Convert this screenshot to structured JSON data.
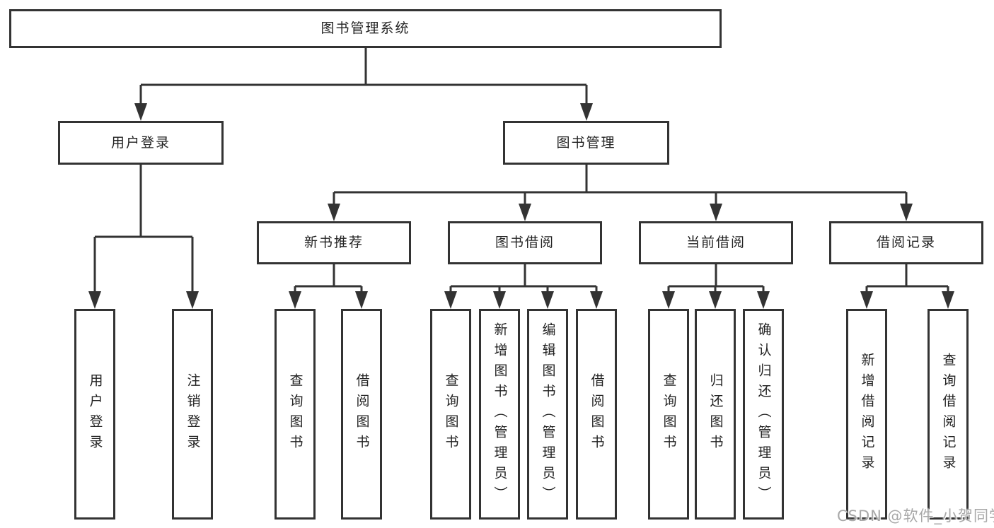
{
  "root": {
    "label": "图书管理系统",
    "children": [
      {
        "label": "用户登录",
        "children": [
          {
            "label": "用户登录"
          },
          {
            "label": "注销登录"
          }
        ]
      },
      {
        "label": "图书管理",
        "children": [
          {
            "label": "新书推荐",
            "children": [
              {
                "label": "查询图书"
              },
              {
                "label": "借阅图书"
              }
            ]
          },
          {
            "label": "图书借阅",
            "children": [
              {
                "label": "查询图书"
              },
              {
                "label": "新增图书（管理员）"
              },
              {
                "label": "编辑图书（管理员）"
              },
              {
                "label": "借阅图书"
              }
            ]
          },
          {
            "label": "当前借阅",
            "children": [
              {
                "label": "查询图书"
              },
              {
                "label": "归还图书"
              },
              {
                "label": "确认归还（管理员）"
              }
            ]
          },
          {
            "label": "借阅记录",
            "children": [
              {
                "label": "新增借阅记录"
              },
              {
                "label": "查询借阅记录"
              }
            ]
          }
        ]
      }
    ]
  },
  "watermark": "CSDN @软件_小贺同学",
  "colors": {
    "line": "#333333",
    "node_border": "#333333",
    "node_background": "#ffffff",
    "text": "#222222",
    "watermark_text": "#a8a8a8",
    "page_background": "#ffffff"
  }
}
